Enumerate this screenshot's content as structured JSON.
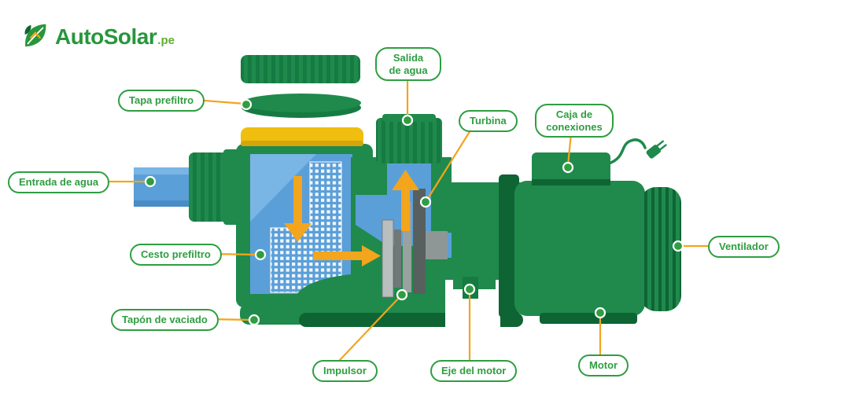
{
  "brand": {
    "name": "AutoSolar",
    "tld": ".pe"
  },
  "labels": [
    {
      "id": "tapa-prefiltro",
      "text": "Tapa prefiltro"
    },
    {
      "id": "salida-de-agua",
      "text": "Salida de agua"
    },
    {
      "id": "turbina",
      "text": "Turbina"
    },
    {
      "id": "caja-de-conexiones",
      "text": "Caja de conexiones"
    },
    {
      "id": "entrada-de-agua",
      "text": "Entrada de agua"
    },
    {
      "id": "cesto-prefiltro",
      "text": "Cesto prefiltro"
    },
    {
      "id": "ventilador",
      "text": "Ventilador"
    },
    {
      "id": "tapon-de-vaciado",
      "text": "Tapón de vaciado"
    },
    {
      "id": "impulsor",
      "text": "Impulsor"
    },
    {
      "id": "eje-del-motor",
      "text": "Eje del motor"
    },
    {
      "id": "motor",
      "text": "Motor"
    }
  ],
  "colors": {
    "green_main": "#1F8A4C",
    "green_mid": "#157B42",
    "green_dark": "#0F6434",
    "green_label": "#2E9E41",
    "logo_green": "#27963C",
    "orange": "#F2A51D",
    "yellow_ring": "#EFBE0E",
    "blue_water": "#5B9FD8",
    "blue_light": "#79B5E5",
    "gray_light": "#B9BEBE",
    "gray_mid": "#8E9696",
    "gray_dark": "#57605F"
  }
}
